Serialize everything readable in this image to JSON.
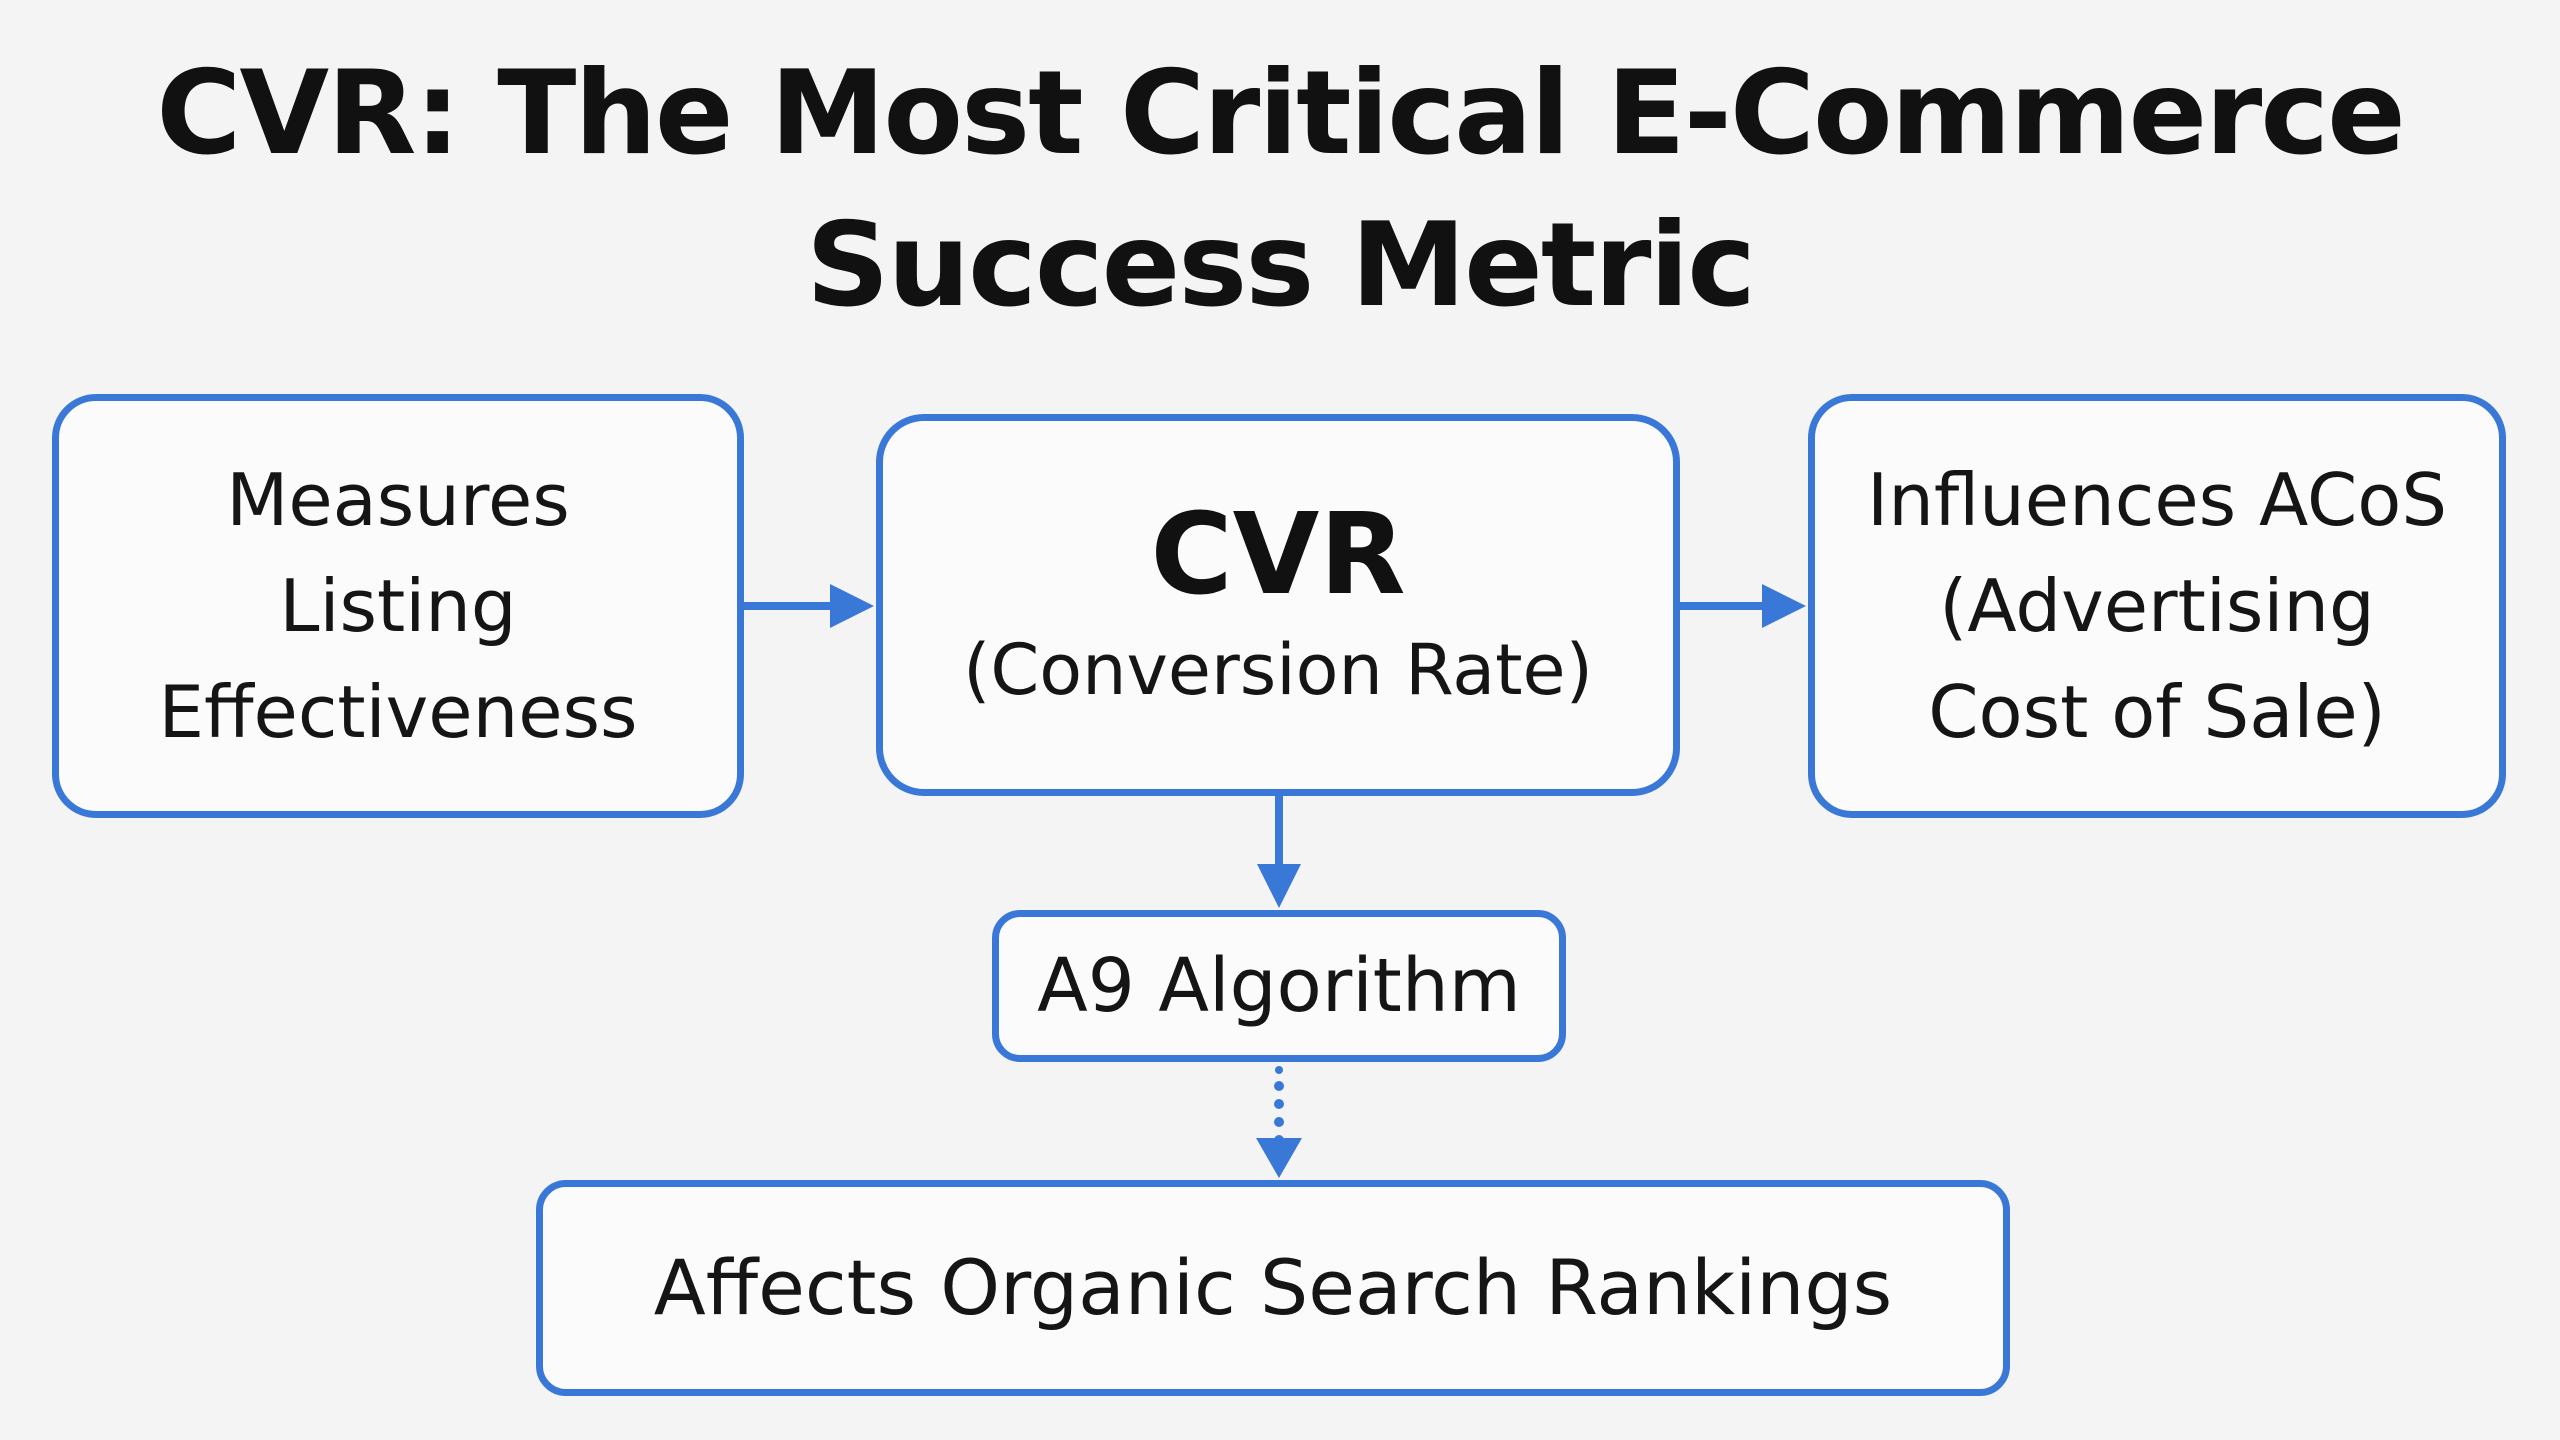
{
  "title": {
    "line1": "CVR: The Most Critical E-Commerce",
    "line2": "Success Metric"
  },
  "nodes": {
    "measures": {
      "lines": [
        "Measures",
        "Listing",
        "Effectiveness"
      ]
    },
    "cvr": {
      "main": "CVR",
      "sub": "(Conversion Rate)"
    },
    "influences": {
      "lines": [
        "Influences ACoS",
        "(Advertising",
        "Cost of Sale)"
      ]
    },
    "a9": {
      "label": "A9 Algorithm"
    },
    "organic": {
      "label": "Affects Organic Search Rankings"
    }
  },
  "edges": [
    {
      "from": "measures",
      "to": "cvr",
      "style": "solid"
    },
    {
      "from": "cvr",
      "to": "influences",
      "style": "solid"
    },
    {
      "from": "cvr",
      "to": "a9",
      "style": "solid"
    },
    {
      "from": "a9",
      "to": "organic",
      "style": "dotted"
    }
  ],
  "colors": {
    "accent": "#3a78d8",
    "background": "#f4f4f4",
    "text": "#111111"
  }
}
